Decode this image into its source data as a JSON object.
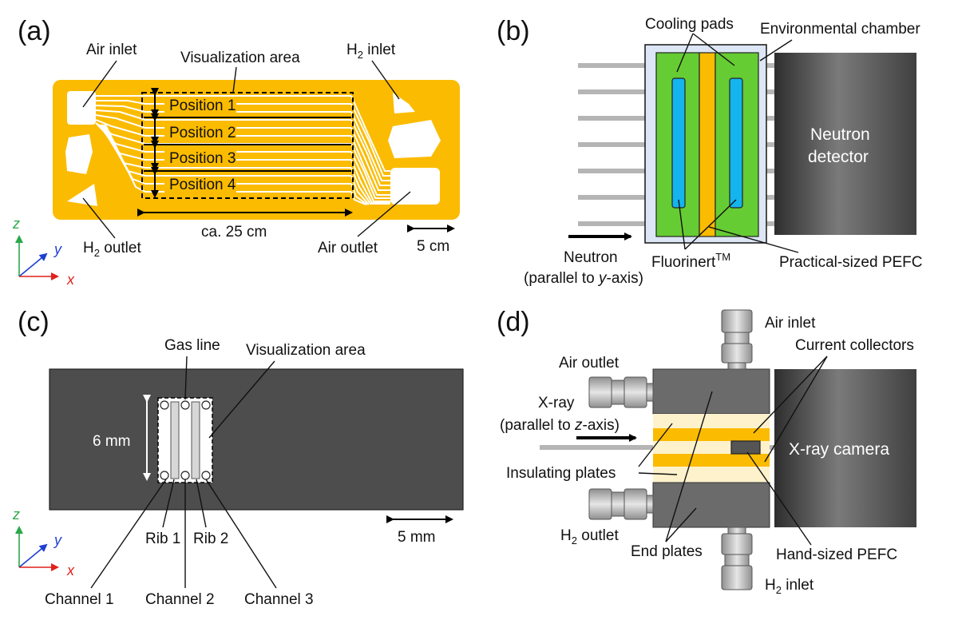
{
  "panel_a": {
    "letter": "(a)",
    "air_inlet": "Air inlet",
    "visualization_area": "Visualization area",
    "h2_inlet_main": "H",
    "h2_inlet_sub": "2",
    "h2_inlet_rest": " inlet",
    "positions": [
      "Position 1",
      "Position 2",
      "Position 3",
      "Position 4"
    ],
    "h2_outlet_main": "H",
    "h2_outlet_sub": "2",
    "h2_outlet_rest": " outlet",
    "length": "ca. 25 cm",
    "air_outlet": "Air outlet",
    "scale": "5 cm",
    "axis_z": "z",
    "axis_y": "y",
    "axis_x": "x"
  },
  "panel_b": {
    "letter": "(b)",
    "cooling_pads": "Cooling pads",
    "environmental_chamber": "Environmental chamber",
    "neutron_detector_1": "Neutron",
    "neutron_detector_2": "detector",
    "neutron_1": "Neutron",
    "neutron_2_pre": "(parallel to ",
    "neutron_2_axis": "y",
    "neutron_2_post": "-axis)",
    "fluorinert": "Fluorinert",
    "fluorinert_tm": "TM",
    "practical_pefc": "Practical-sized PEFC"
  },
  "panel_c": {
    "letter": "(c)",
    "gas_line": "Gas line",
    "visualization_area": "Visualization area",
    "height": "6 mm",
    "rib1": "Rib 1",
    "rib2": "Rib 2",
    "scale": "5 mm",
    "channel1": "Channel 1",
    "channel2": "Channel 2",
    "channel3": "Channel 3",
    "axis_z": "z",
    "axis_y": "y",
    "axis_x": "x"
  },
  "panel_d": {
    "letter": "(d)",
    "air_inlet": "Air inlet",
    "current_collectors": "Current collectors",
    "air_outlet": "Air outlet",
    "xray_1": "X-ray",
    "xray_2_pre": "(parallel to ",
    "xray_2_axis": "z",
    "xray_2_post": "-axis)",
    "xray_camera": "X-ray camera",
    "insulating_plates": "Insulating plates",
    "h2_outlet_main": "H",
    "h2_outlet_sub": "2",
    "h2_outlet_rest": " outlet",
    "end_plates": "End plates",
    "hand_pefc": "Hand-sized PEFC",
    "h2_inlet_main": "H",
    "h2_inlet_sub": "2",
    "h2_inlet_rest": " inlet"
  },
  "colors": {
    "plate_orange": "#fbbb00",
    "pad_green": "#66cc33",
    "fluorinert_blue": "#14b4ee",
    "dark_gray": "#4d4d4d",
    "axis_z": "#2aa84a",
    "axis_y": "#1f3fcf",
    "axis_x": "#e0201c",
    "cream": "#fdf2cc"
  }
}
